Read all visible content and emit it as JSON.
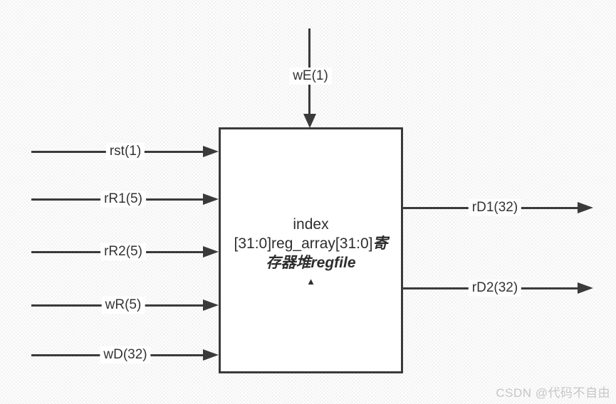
{
  "colors": {
    "line": "#3a3a3a",
    "block_fill": "#ffffff",
    "background": "#fcfcfc",
    "watermark": "#c6c6c6"
  },
  "block": {
    "title_line1": "index",
    "title_line2_regular": "[31:0]reg_array[31:0]",
    "title_line2_bold": "寄",
    "title_line3_bold": "存器堆regfile",
    "pointer_glyph": "▲"
  },
  "ports": {
    "top": [
      {
        "label": "wE(1)",
        "direction": "input"
      }
    ],
    "left": [
      {
        "label": "rst(1)",
        "direction": "input"
      },
      {
        "label": "rR1(5)",
        "direction": "input"
      },
      {
        "label": "rR2(5)",
        "direction": "input"
      },
      {
        "label": "wR(5)",
        "direction": "input"
      },
      {
        "label": "wD(32)",
        "direction": "input"
      }
    ],
    "right": [
      {
        "label": "rD1(32)",
        "direction": "output"
      },
      {
        "label": "rD2(32)",
        "direction": "output"
      }
    ]
  },
  "watermark": {
    "text": "CSDN @代码不自由"
  }
}
